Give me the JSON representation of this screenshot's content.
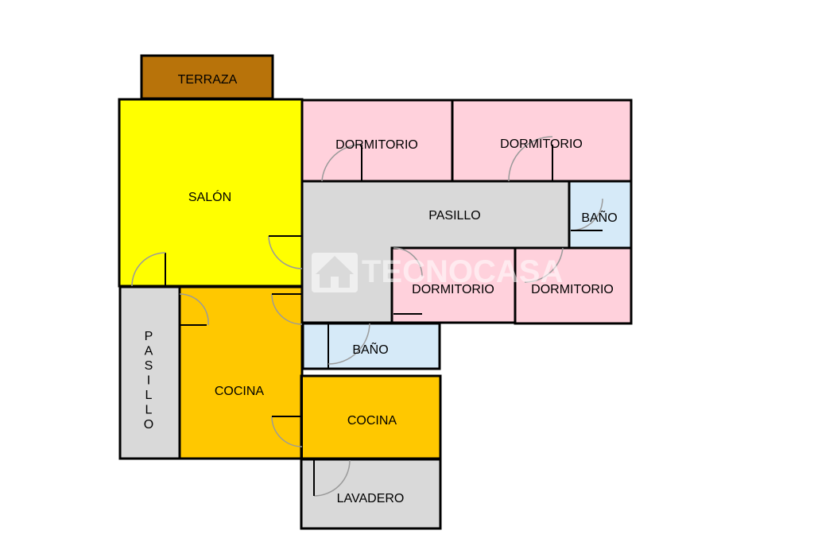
{
  "rooms": {
    "terraza": {
      "label": "TERRAZA",
      "color": "#B8730A"
    },
    "salon": {
      "label": "SALÓN",
      "color": "#FFFF00"
    },
    "dormitorio_1": {
      "label": "DORMITORIO",
      "color": "#FFD1DC"
    },
    "dormitorio_2": {
      "label": "DORMITORIO",
      "color": "#FFD1DC"
    },
    "pasillo_main": {
      "label": "PASILLO",
      "color": "#D9D9D9"
    },
    "bano_1": {
      "label": "BAÑO",
      "color": "#D6EAF8"
    },
    "dormitorio_3": {
      "label": "DORMITORIO",
      "color": "#FFD1DC"
    },
    "dormitorio_4": {
      "label": "DORMITORIO",
      "color": "#FFD1DC"
    },
    "bano_2": {
      "label": "BAÑO",
      "color": "#D6EAF8"
    },
    "pasillo_left": {
      "label": "PASILLO",
      "color": "#D9D9D9"
    },
    "cocina_1": {
      "label": "COCINA",
      "color": "#FFC800"
    },
    "cocina_2": {
      "label": "COCINA",
      "color": "#FFC800"
    },
    "lavadero": {
      "label": "LAVADERO",
      "color": "#D9D9D9"
    }
  },
  "watermark": {
    "text": "TECNOCASA",
    "icon": "house-logo-icon"
  }
}
